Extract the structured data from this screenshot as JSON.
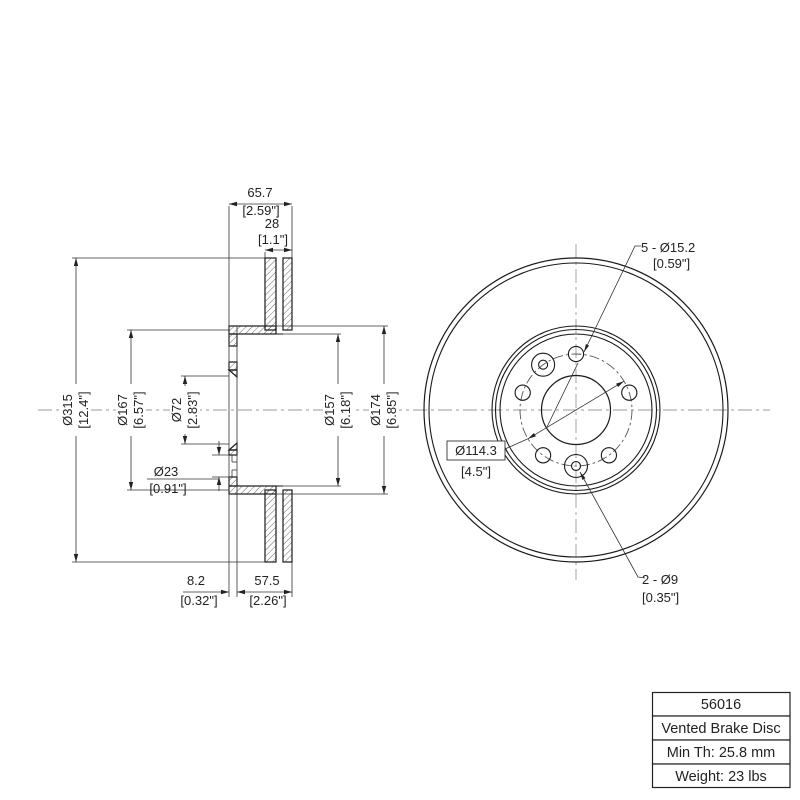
{
  "left_view": {
    "total_width": {
      "mm": "65.7",
      "inch": "[2.59\"]"
    },
    "vent_width": {
      "mm": "28",
      "inch": "[1.1\"]"
    },
    "outer_dia": {
      "mm": "Ø315",
      "inch": "[12.4\"]"
    },
    "friction_id": {
      "mm": "Ø167",
      "inch": "[6.57\"]"
    },
    "bore_dia": {
      "mm": "Ø72",
      "inch": "[2.83\"]"
    },
    "cbore_dia": {
      "mm": "Ø23",
      "inch": "[0.91\"]"
    },
    "hat_id": {
      "mm": "Ø157",
      "inch": "[6.18\"]"
    },
    "hat_od": {
      "mm": "Ø174",
      "inch": "[6.85\"]"
    },
    "face_offset": {
      "mm": "8.2",
      "inch": "[0.32\"]"
    },
    "hat_depth": {
      "mm": "57.5",
      "inch": "[2.26\"]"
    }
  },
  "front_view": {
    "lug_holes": {
      "label": "5 - Ø15.2",
      "inch": "[0.59\"]"
    },
    "bolt_circle": {
      "label": "Ø114.3",
      "inch": "[4.5\"]"
    },
    "pin_holes": {
      "label": "2 - Ø9",
      "inch": "[0.35\"]"
    }
  },
  "title_block": {
    "part_number": "56016",
    "description": "Vented Brake Disc",
    "min_thickness": "Min Th: 25.8 mm",
    "weight": "Weight: 23 lbs"
  },
  "colors": {
    "line": "#1a1a1a",
    "dim": "#333333",
    "centerline": "#9a9a9a",
    "background": "#ffffff"
  }
}
